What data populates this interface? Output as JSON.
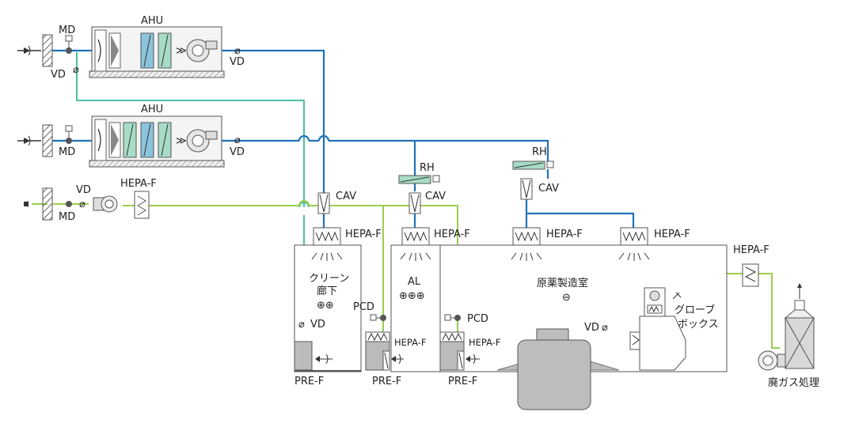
{
  "labels": {
    "ahu1": "AHU",
    "ahu2": "AHU",
    "md1": "MD",
    "vd1": "VD",
    "vd_ahu1": "VD",
    "md2": "MD",
    "vd_ahu2": "VD",
    "vd_exh": "VD",
    "md_exh": "MD",
    "hepa_exh": "HEPA-F",
    "cav1": "CAV",
    "rh2": "RH",
    "cav2": "CAV",
    "rh3": "RH",
    "cav3": "CAV",
    "hepa_room1": "HEPA-F",
    "hepa_room2": "HEPA-F",
    "hepa_room3": "HEPA-F",
    "hepa_room4": "HEPA-F",
    "hepa_right": "HEPA-F",
    "room1_line1": "クリーン",
    "room1_line2": "廊下",
    "room1_press": "⊕⊕",
    "room2_name": "AL",
    "room2_press": "⊕⊕⊕",
    "room3_name": "原薬製造室",
    "room3_press": "⊖",
    "pcd1": "PCD",
    "pcd2": "PCD",
    "vd_room1": "VD",
    "vd_glove": "VD",
    "glove_line1": "グローブ",
    "glove_line2": "ボックス",
    "hepa_ret2": "HEPA-F",
    "hepa_ret3": "HEPA-F",
    "pref1": "PRE-F",
    "pref2": "PRE-F",
    "pref3": "PRE-F",
    "exhaust_treat": "廃ガス処理"
  },
  "colors": {
    "supply_duct": "#1f72b8",
    "outdoor_duct": "#4dbf9f",
    "exhaust_duct": "#9acd4c",
    "equipment_fill": "#e8e8e8",
    "outline": "#555555"
  }
}
